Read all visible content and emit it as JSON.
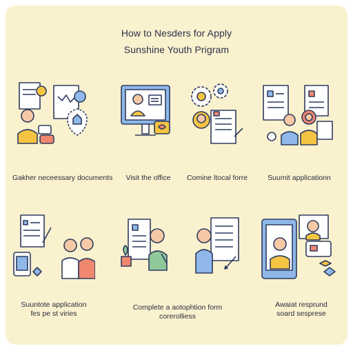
{
  "title": {
    "line1": "How to Nesders for Apply",
    "line2": "Sunshine Youth Prigram"
  },
  "steps": [
    {
      "caption": "Gakher neceessary documents",
      "icon": "documents-person-shield-icon"
    },
    {
      "caption": "Visit the office",
      "icon": "computer-video-call-icon"
    },
    {
      "caption": "Comine ltocal forre",
      "icon": "gears-person-form-icon"
    },
    {
      "caption": "Suumit applicationn",
      "icon": "checklist-family-icon"
    },
    {
      "caption_line1": "Suuntote application",
      "caption_line2": "fes pe st viries",
      "icon": "forms-children-icon"
    },
    {
      "caption_line1": "Complete a aotophtion form",
      "caption_line2": "corerolliess",
      "icon": "form-plant-person-icon"
    },
    {
      "caption": "",
      "icon": "person-form-pen-icon"
    },
    {
      "caption_line1": "Awaiat resprund",
      "caption_line2": "soard sespresе",
      "icon": "phone-video-puzzle-icon"
    }
  ],
  "colors": {
    "background": "#faf2cf",
    "outline": "#2e3a5e",
    "blue": "#8fb8e8",
    "coral": "#f08870",
    "yellow": "#f5c542",
    "skin": "#f6c9a6"
  }
}
